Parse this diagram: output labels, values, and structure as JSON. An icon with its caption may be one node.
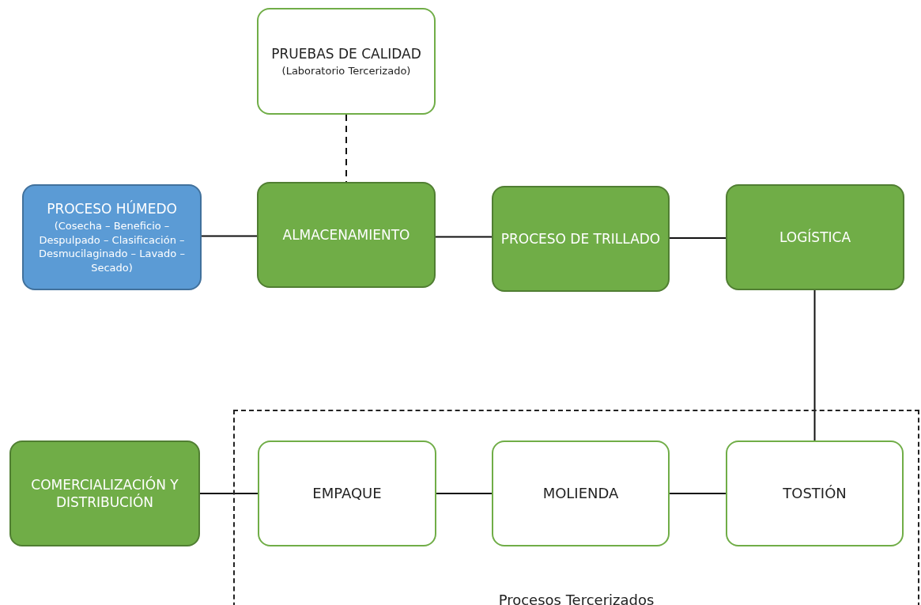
{
  "diagram": {
    "nodes": [
      {
        "text": [
          "PRUEBAS DE CALIDAD",
          "(Laboratorio Tercerizado)"
        ]
      },
      {
        "text": [
          "PROCESO HÚMEDO",
          "(Cosecha – Beneficio – Despulpado – Clasificación – Desmucilaginado – Lavado – Secado)"
        ]
      },
      {
        "text": [
          "ALMACENAMIENTO"
        ]
      },
      {
        "text": [
          "PROCESO DE TRILLADO"
        ]
      },
      {
        "text": [
          "LOGÍSTICA"
        ]
      },
      {
        "text": [
          "COMERCIALIZACIÓN Y DISTRIBUCIÓN"
        ]
      },
      {
        "text": [
          "Procesos Tercerizados"
        ]
      },
      {
        "text": [
          "EMPAQUE"
        ],
        "in": 6
      },
      {
        "text": [
          "MOLIENDA"
        ],
        "in": 6
      },
      {
        "text": [
          "TOSTIÓN"
        ],
        "in": 6
      }
    ],
    "edges": [
      {
        "from": 0,
        "to": 2,
        "arrow": "none",
        "style": "dashed"
      },
      {
        "from": 1,
        "to": 2,
        "arrow": "none"
      },
      {
        "from": 2,
        "to": 3,
        "arrow": "none"
      },
      {
        "from": 3,
        "to": 4,
        "arrow": "none"
      },
      {
        "from": 4,
        "to": 9,
        "arrow": "none"
      },
      {
        "from": 5,
        "to": 7,
        "arrow": "none"
      },
      {
        "from": 7,
        "to": 8,
        "arrow": "none"
      },
      {
        "from": 8,
        "to": 9,
        "arrow": "none"
      }
    ]
  }
}
